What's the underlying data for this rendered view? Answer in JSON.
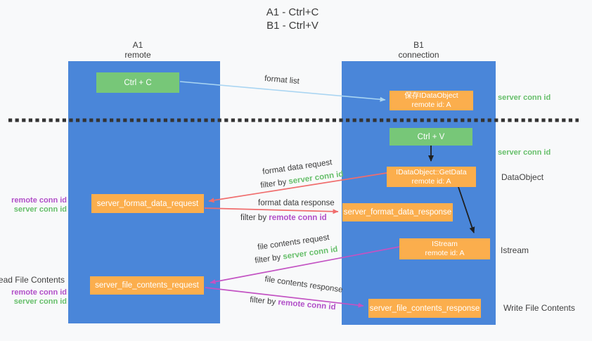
{
  "title": {
    "line1": "A1 - Ctrl+C",
    "line2": "B1 - Ctrl+V"
  },
  "columns": {
    "left": {
      "name": "A1",
      "role": "remote"
    },
    "right": {
      "name": "B1",
      "role": "connection"
    }
  },
  "nodes": {
    "ctrl_c": {
      "label": "Ctrl + C"
    },
    "save_idataobject": {
      "line1": "保存IDataObject",
      "line2": "remote id: A"
    },
    "ctrl_v": {
      "label": "Ctrl + V"
    },
    "getdata": {
      "line1": "IDataObject::GetData",
      "line2": "remote id: A"
    },
    "format_request": {
      "label": "server_format_data_request"
    },
    "format_response": {
      "label": "server_format_data_response"
    },
    "istream": {
      "line1": "IStream",
      "line2": "remote id: A"
    },
    "file_request": {
      "label": "server_file_contents_request"
    },
    "file_response": {
      "label": "server_file_contents_response"
    }
  },
  "edges": {
    "format_list": {
      "label": "format list"
    },
    "format_data_request": {
      "label": "format data request",
      "filter_prefix": "filter by ",
      "filter_key": "server conn id"
    },
    "format_data_response": {
      "label": "format data response",
      "filter_prefix": "filter by ",
      "filter_key": "remote conn id"
    },
    "file_contents_request": {
      "label": "file contents request",
      "filter_prefix": "filter by ",
      "filter_key": "server conn id"
    },
    "file_contents_response": {
      "label": "file contents response",
      "filter_prefix": "filter by ",
      "filter_key": "remote conn id"
    }
  },
  "side_labels": {
    "left": {
      "remote_conn_top": "remote conn id",
      "server_conn_top": "server conn id",
      "read_file": "Read File Contents",
      "remote_conn_bottom": "remote conn id",
      "server_conn_bottom": "server conn id"
    },
    "right": {
      "server_conn_top": "server conn id",
      "server_conn_mid": "server conn id",
      "dataobject": "DataObject",
      "istream": "Istream",
      "write_file": "Write File Contents"
    }
  },
  "colors": {
    "column_blue": "#4a86d9",
    "box_green": "#77c778",
    "box_orange": "#fbae4d",
    "green_text": "#67bf6b",
    "purple_text": "#b14fc8",
    "arrow_blue": "#a9d5f2",
    "arrow_red": "#f06d6d",
    "arrow_magenta": "#c353c3",
    "arrow_black": "#1f1f1f",
    "divider": "#333333"
  }
}
